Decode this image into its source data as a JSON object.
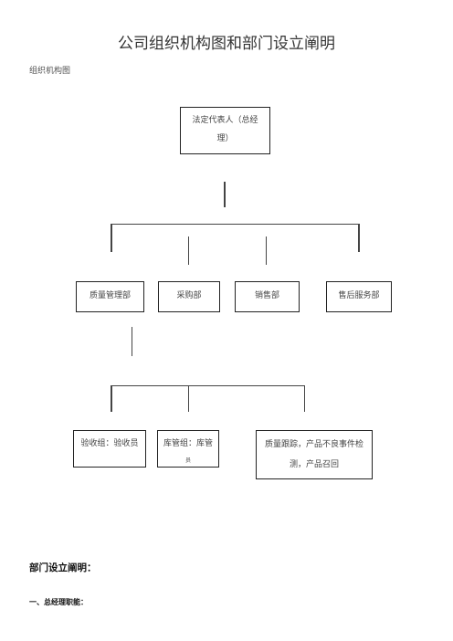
{
  "document": {
    "title": "公司组织机构图和部门设立阐明",
    "subtitle": "组织机构图"
  },
  "org_chart": {
    "root": {
      "line1": "法定代表人（总经",
      "line2": "理）"
    },
    "departments": [
      {
        "label": "质量管理部"
      },
      {
        "label": "采购部"
      },
      {
        "label": "销售部"
      },
      {
        "label": "售后服务部"
      }
    ],
    "groups": [
      {
        "line1": "验收组：验收员",
        "line2": ""
      },
      {
        "line1": "库管组：库管",
        "line2": "员"
      },
      {
        "line1": "质量跟踪，产品不良事件检",
        "line2": "测，产品召回"
      }
    ]
  },
  "sections": {
    "heading": "部门设立阐明：",
    "item1": "一、总经理职能："
  }
}
